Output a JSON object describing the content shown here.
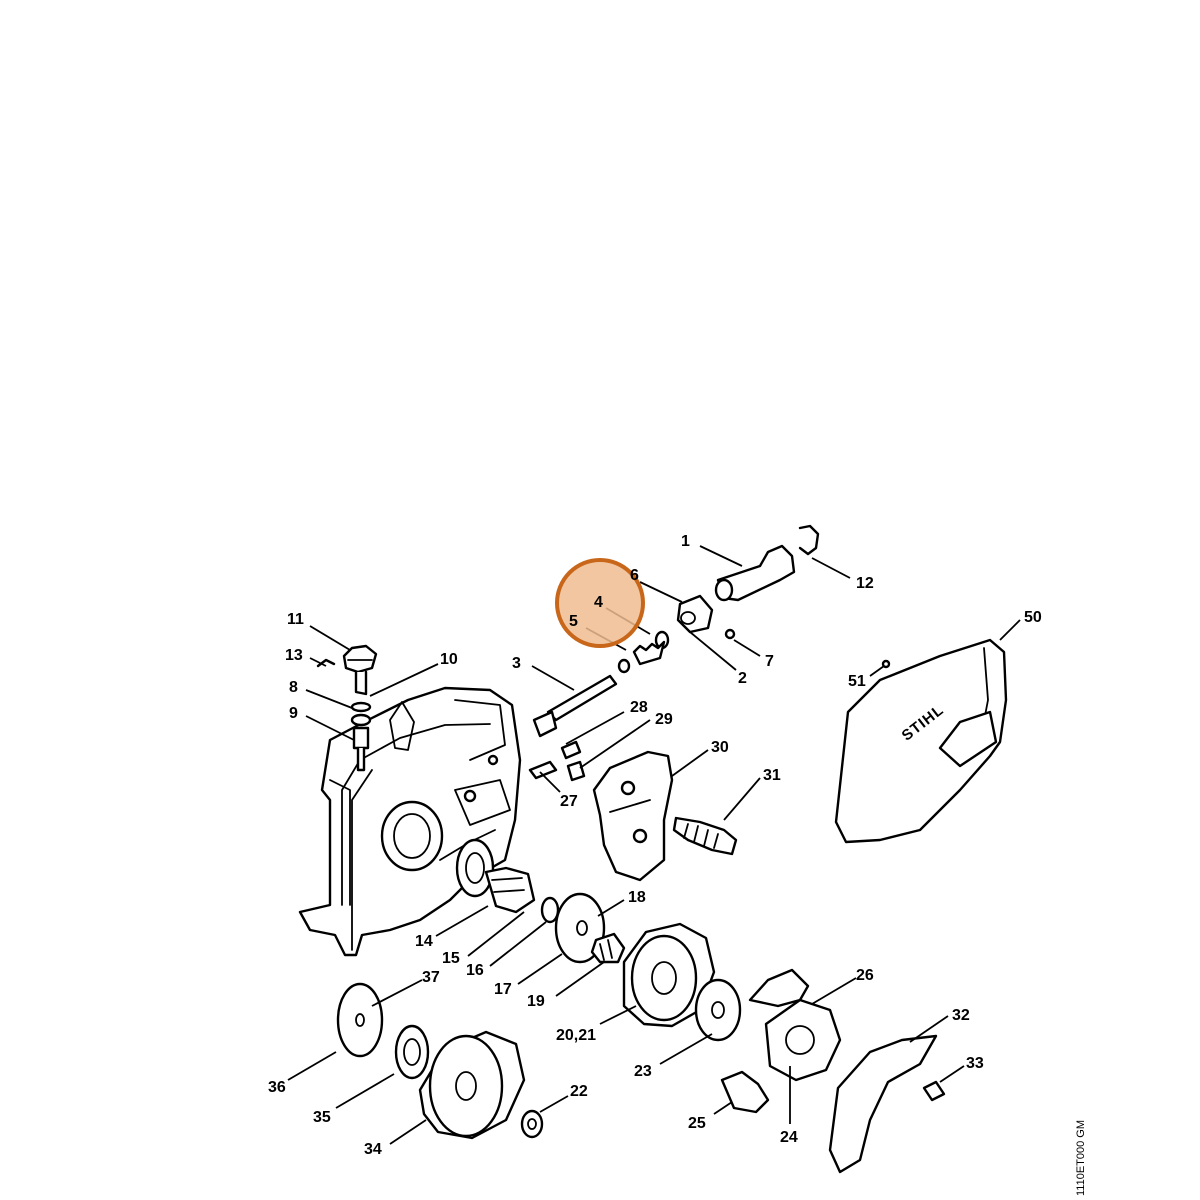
{
  "drawing_code": "1110ET000 GM",
  "brand_mark": "STIHL",
  "highlight_color": "#c8661a",
  "highlight_fill": "#eebc8f",
  "callouts": {
    "c1": "1",
    "c2": "2",
    "c3": "3",
    "c4": "4",
    "c5": "5",
    "c6": "6",
    "c7": "7",
    "c8": "8",
    "c9": "9",
    "c10": "10",
    "c11": "11",
    "c12": "12",
    "c13": "13",
    "c14": "14",
    "c15": "15",
    "c16": "16",
    "c17": "17",
    "c18": "18",
    "c19": "19",
    "c20_21": "20,21",
    "c22": "22",
    "c23": "23",
    "c24": "24",
    "c25": "25",
    "c26": "26",
    "c27": "27",
    "c28": "28",
    "c29": "29",
    "c30": "30",
    "c31": "31",
    "c32": "32",
    "c33": "33",
    "c34": "34",
    "c35": "35",
    "c36": "36",
    "c37": "37",
    "c50": "50",
    "c51": "51"
  }
}
